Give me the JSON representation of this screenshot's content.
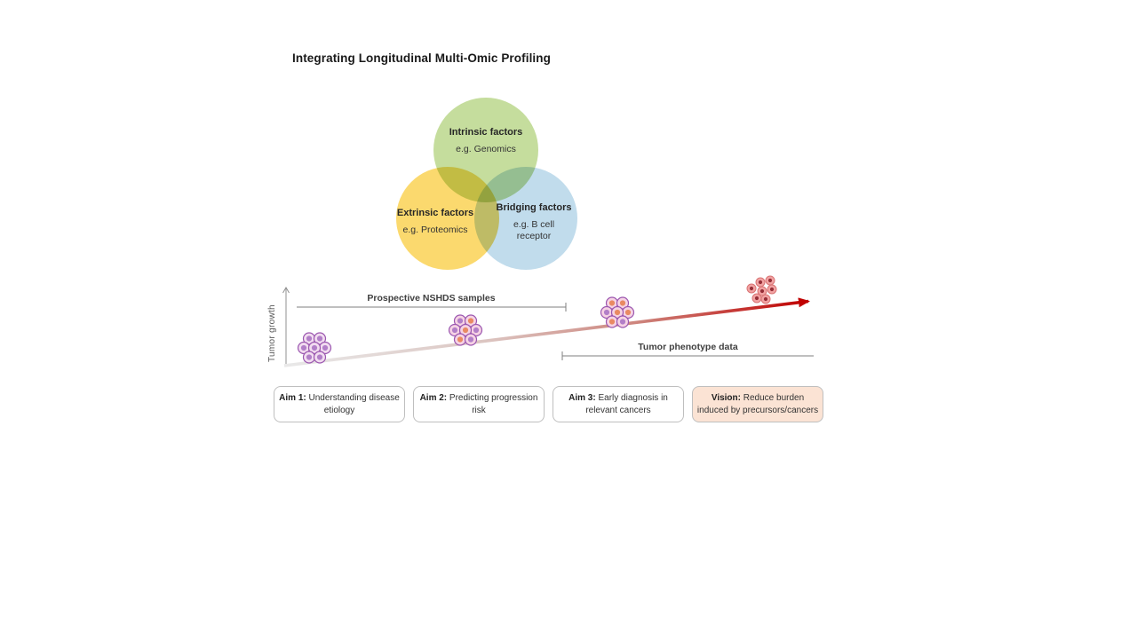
{
  "title": "Integrating Longitudinal Multi-Omic Profiling",
  "venn": {
    "circles": [
      {
        "id": "intrinsic",
        "label": "Intrinsic factors",
        "example": "e.g. Genomics",
        "color": "#c5dd9d"
      },
      {
        "id": "extrinsic",
        "label": "Extrinsic factors",
        "example": "e.g. Proteomics",
        "color": "#fbd96e"
      },
      {
        "id": "bridging",
        "label": "Bridging factors",
        "example": "e.g. B cell receptor",
        "color": "#c1dcec"
      }
    ]
  },
  "timeline": {
    "y_axis_label": "Tumor growth",
    "top_bracket_label": "Prospective NSHDS samples",
    "bottom_bracket_label": "Tumor phenotype data",
    "arrow_start_color": "#e9e9e9",
    "arrow_end_color": "#c00000",
    "line_color": "#7f7f7f",
    "cell_clusters": [
      {
        "name": "benign-cells",
        "body": "#f2dcf0",
        "rim": "#9b57b0",
        "nuclei": "#b27fc8"
      },
      {
        "name": "transition-cells-1",
        "body": "#f6d3e4",
        "rim": "#9b57b0",
        "nuclei": "#b27fc8 / #e98a63"
      },
      {
        "name": "transition-cells-2",
        "body": "#f6d3e4",
        "rim": "#9b57b0",
        "nuclei": "#e98a63 / #b27fc8"
      },
      {
        "name": "malignant-cells",
        "body": "#f2a3a3",
        "rim": "#d97575",
        "nuclei": "#962f38"
      }
    ]
  },
  "boxes": [
    {
      "prefix": "Aim 1:",
      "text": " Understanding disease etiology",
      "bg": "#ffffff"
    },
    {
      "prefix": "Aim 2:",
      "text": " Predicting progression risk",
      "bg": "#ffffff"
    },
    {
      "prefix": "Aim 3:",
      "text": " Early diagnosis in relevant cancers",
      "bg": "#ffffff"
    },
    {
      "prefix": "Vision:",
      "text": " Reduce burden induced by precursors/cancers",
      "bg": "#fbe3d4"
    }
  ]
}
